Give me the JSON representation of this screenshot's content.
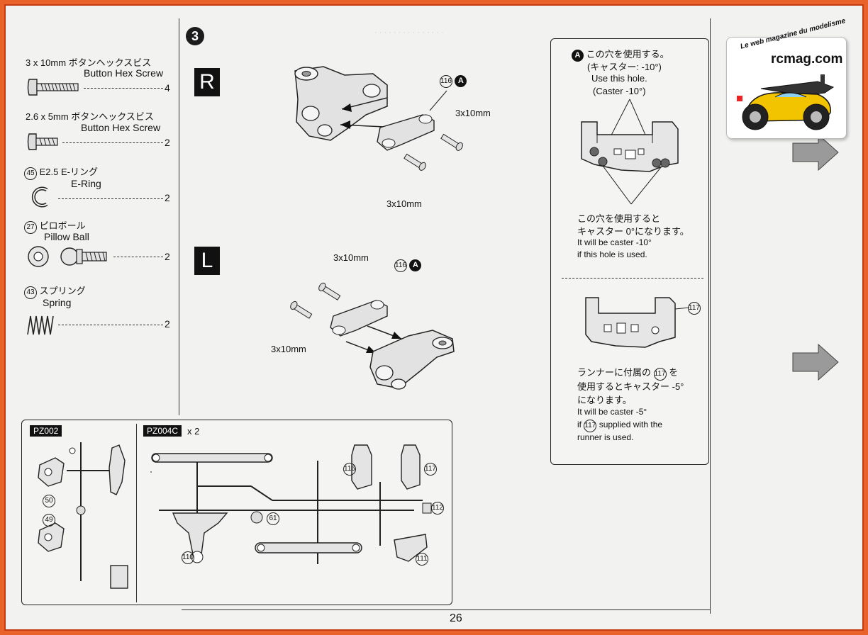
{
  "page_number": "26",
  "step": {
    "number": "3"
  },
  "parts_list": [
    {
      "jp": "3 x 10mm  ボタンヘックスビス",
      "en": "Button Hex Screw",
      "qty": "4",
      "icon": "screw-long-icon"
    },
    {
      "jp": "2.6 x 5mm  ボタンヘックスビス",
      "en": "Button Hex Screw",
      "qty": "2",
      "icon": "screw-short-icon"
    },
    {
      "num": "45",
      "jp": "E2.5  E-リング",
      "en": "E-Ring",
      "qty": "2",
      "icon": "e-ring-icon"
    },
    {
      "num": "27",
      "jp": "ピロボール",
      "en": "Pillow Ball",
      "qty": "2",
      "icon": "pillow-ball-icon"
    },
    {
      "num": "43",
      "jp": "スプリング",
      "en": "Spring",
      "qty": "2",
      "icon": "spring-icon"
    }
  ],
  "right_assembly": {
    "side": "R",
    "part_num": "116",
    "letter": "A",
    "screw_top": "3x10mm",
    "screw_bottom": "3x10mm"
  },
  "left_assembly": {
    "side": "L",
    "part_num": "116",
    "letter": "A",
    "screw_top": "3x10mm",
    "screw_bottom": "3x10mm"
  },
  "caster_box": {
    "a_letter": "A",
    "a_jp_line1": "この穴を使用する。",
    "a_jp_line2": "(キャスター: -10°)",
    "a_en_line1": "Use this hole.",
    "a_en_line2": "(Caster -10°)",
    "mid_jp_line1": "この穴を使用すると",
    "mid_jp_line2": "キャスター 0°になります。",
    "mid_en_line1": "It will be caster -10°",
    "mid_en_line2": "if this hole is used.",
    "part_117": "117",
    "bottom_jp_line1a": "ランナーに付属の",
    "bottom_jp_part": "117",
    "bottom_jp_line1b": "を",
    "bottom_jp_line2": "使用するとキャスター -5°",
    "bottom_jp_line3": "になります。",
    "bottom_en_line1": "It will be caster -5°",
    "bottom_en_line2a": "if",
    "bottom_en_part": "117",
    "bottom_en_line2b": "supplied with the",
    "bottom_en_line3": "runner is used."
  },
  "runners": {
    "pz002_label": "PZ002",
    "pz004c_label": "PZ004C",
    "pz004c_qty": "x 2",
    "part_labels": [
      "50",
      "49",
      "116",
      "117",
      "61",
      "112",
      "110",
      "111"
    ]
  },
  "logo": {
    "tagline": "Le web magazine du modelisme",
    "name": "rcmag.com"
  },
  "colors": {
    "border": "#e8622a",
    "paper": "#f2f2f0",
    "ink": "#111111"
  }
}
